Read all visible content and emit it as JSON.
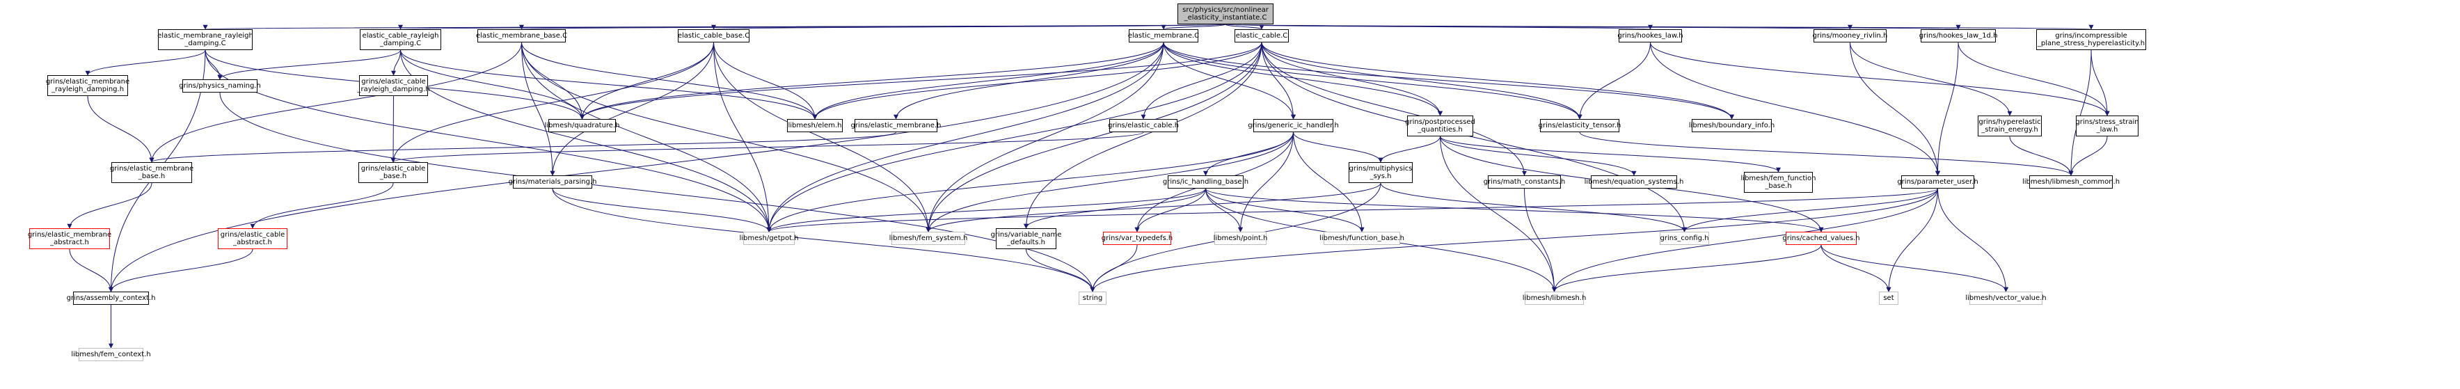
{
  "colors": {
    "edge": "#191970",
    "node_border": "#000000",
    "node_border_truncated": "#ff0000",
    "node_border_external": "#bfbfbf",
    "root_fill": "#bfbfbf",
    "background": "#ffffff"
  },
  "nodes": [
    {
      "id": "root",
      "label": "src/physics/src/nonlinear\n_elasticity_instantiate.C",
      "kind": "root"
    },
    {
      "id": "emr_C",
      "label": "elastic_membrane_rayleigh\n_damping.C",
      "kind": "normal"
    },
    {
      "id": "ecr_C",
      "label": "elastic_cable_rayleigh\n_damping.C",
      "kind": "normal"
    },
    {
      "id": "emb_C",
      "label": "elastic_membrane_base.C",
      "kind": "normal"
    },
    {
      "id": "ecb_C",
      "label": "elastic_cable_base.C",
      "kind": "normal"
    },
    {
      "id": "em_C",
      "label": "elastic_membrane.C",
      "kind": "normal"
    },
    {
      "id": "ec_C",
      "label": "elastic_cable.C",
      "kind": "normal"
    },
    {
      "id": "hookes_law",
      "label": "grins/hookes_law.h",
      "kind": "normal"
    },
    {
      "id": "mooney",
      "label": "grins/mooney_rivlin.h",
      "kind": "normal"
    },
    {
      "id": "hookes_1d",
      "label": "grins/hookes_law_1d.h",
      "kind": "normal"
    },
    {
      "id": "incomp",
      "label": "grins/incompressible\n_plane_stress_hyperelasticity.h",
      "kind": "normal"
    },
    {
      "id": "emr_h",
      "label": "grins/elastic_membrane\n_rayleigh_damping.h",
      "kind": "normal"
    },
    {
      "id": "phys_naming",
      "label": "grins/physics_naming.h",
      "kind": "normal"
    },
    {
      "id": "ecr_h",
      "label": "grins/elastic_cable\n_rayleigh_damping.h",
      "kind": "normal"
    },
    {
      "id": "quadrature",
      "label": "libmesh/quadrature.h",
      "kind": "gray"
    },
    {
      "id": "elem",
      "label": "libmesh/elem.h",
      "kind": "gray"
    },
    {
      "id": "em_h",
      "label": "grins/elastic_membrane.h",
      "kind": "normal"
    },
    {
      "id": "ec_h",
      "label": "grins/elastic_cable.h",
      "kind": "normal"
    },
    {
      "id": "gic",
      "label": "grins/generic_ic_handler.h",
      "kind": "normal"
    },
    {
      "id": "postproc",
      "label": "grins/postprocessed\n_quantities.h",
      "kind": "normal"
    },
    {
      "id": "elast_tensor",
      "label": "grins/elasticity_tensor.h",
      "kind": "normal"
    },
    {
      "id": "boundary_info",
      "label": "libmesh/boundary_info.h",
      "kind": "gray"
    },
    {
      "id": "hyper_strain",
      "label": "grins/hyperelastic\n_strain_energy.h",
      "kind": "normal"
    },
    {
      "id": "stress_strain",
      "label": "grins/stress_strain\n_law.h",
      "kind": "normal"
    },
    {
      "id": "emb_h",
      "label": "grins/elastic_membrane\n_base.h",
      "kind": "normal"
    },
    {
      "id": "ecb_h",
      "label": "grins/elastic_cable\n_base.h",
      "kind": "normal"
    },
    {
      "id": "mat_parsing",
      "label": "grins/materials_parsing.h",
      "kind": "normal"
    },
    {
      "id": "multiphys",
      "label": "grins/multiphysics\n_sys.h",
      "kind": "red"
    },
    {
      "id": "ic_base",
      "label": "grins/ic_handling_base.h",
      "kind": "normal"
    },
    {
      "id": "math_const",
      "label": "grins/math_constants.h",
      "kind": "normal"
    },
    {
      "id": "eq_systems",
      "label": "libmesh/equation_systems.h",
      "kind": "gray"
    },
    {
      "id": "fem_func_base",
      "label": "libmesh/fem_function\n_base.h",
      "kind": "gray"
    },
    {
      "id": "param_user",
      "label": "grins/parameter_user.h",
      "kind": "red"
    },
    {
      "id": "libmesh_common",
      "label": "libmesh/libmesh_common.h",
      "kind": "gray"
    },
    {
      "id": "ema_h",
      "label": "grins/elastic_membrane\n_abstract.h",
      "kind": "red"
    },
    {
      "id": "eca_h",
      "label": "grins/elastic_cable\n_abstract.h",
      "kind": "red"
    },
    {
      "id": "getpot",
      "label": "libmesh/getpot.h",
      "kind": "gray"
    },
    {
      "id": "fem_system",
      "label": "libmesh/fem_system.h",
      "kind": "gray"
    },
    {
      "id": "var_name",
      "label": "grins/variable_name\n_defaults.h",
      "kind": "normal"
    },
    {
      "id": "var_typedefs",
      "label": "grins/var_typedefs.h",
      "kind": "red"
    },
    {
      "id": "point",
      "label": "libmesh/point.h",
      "kind": "gray"
    },
    {
      "id": "func_base",
      "label": "libmesh/function_base.h",
      "kind": "gray"
    },
    {
      "id": "grins_config",
      "label": "grins_config.h",
      "kind": "gray"
    },
    {
      "id": "cached",
      "label": "grins/cached_values.h",
      "kind": "red"
    },
    {
      "id": "assembly",
      "label": "grins/assembly_context.h",
      "kind": "normal"
    },
    {
      "id": "string",
      "label": "string",
      "kind": "gray"
    },
    {
      "id": "libmesh_h",
      "label": "libmesh/libmesh.h",
      "kind": "gray"
    },
    {
      "id": "set",
      "label": "set",
      "kind": "gray"
    },
    {
      "id": "vector_value",
      "label": "libmesh/vector_value.h",
      "kind": "gray"
    },
    {
      "id": "fem_context",
      "label": "libmesh/fem_context.h",
      "kind": "gray"
    }
  ],
  "edges": [
    [
      "root",
      "emr_C"
    ],
    [
      "root",
      "ecr_C"
    ],
    [
      "root",
      "emb_C"
    ],
    [
      "root",
      "ecb_C"
    ],
    [
      "root",
      "em_C"
    ],
    [
      "root",
      "ec_C"
    ],
    [
      "root",
      "hookes_law"
    ],
    [
      "root",
      "mooney"
    ],
    [
      "root",
      "hookes_1d"
    ],
    [
      "root",
      "incomp"
    ],
    [
      "emr_C",
      "emr_h"
    ],
    [
      "emr_C",
      "phys_naming"
    ],
    [
      "emr_C",
      "quadrature"
    ],
    [
      "emr_C",
      "assembly"
    ],
    [
      "emr_C",
      "getpot"
    ],
    [
      "ecr_C",
      "ecr_h"
    ],
    [
      "ecr_C",
      "phys_naming"
    ],
    [
      "ecr_C",
      "quadrature"
    ],
    [
      "ecr_C",
      "getpot"
    ],
    [
      "ecr_C",
      "elem"
    ],
    [
      "emb_C",
      "emb_h"
    ],
    [
      "emb_C",
      "quadrature"
    ],
    [
      "emb_C",
      "elem"
    ],
    [
      "emb_C",
      "mat_parsing"
    ],
    [
      "emb_C",
      "getpot"
    ],
    [
      "emb_C",
      "fem_system"
    ],
    [
      "ecb_C",
      "ecb_h"
    ],
    [
      "ecb_C",
      "quadrature"
    ],
    [
      "ecb_C",
      "elem"
    ],
    [
      "ecb_C",
      "mat_parsing"
    ],
    [
      "ecb_C",
      "getpot"
    ],
    [
      "ecb_C",
      "fem_system"
    ],
    [
      "em_C",
      "em_h"
    ],
    [
      "em_C",
      "gic"
    ],
    [
      "em_C",
      "postproc"
    ],
    [
      "em_C",
      "elast_tensor"
    ],
    [
      "em_C",
      "quadrature"
    ],
    [
      "em_C",
      "elem"
    ],
    [
      "em_C",
      "boundary_info"
    ],
    [
      "em_C",
      "getpot"
    ],
    [
      "em_C",
      "fem_system"
    ],
    [
      "em_C",
      "assembly"
    ],
    [
      "ec_C",
      "ec_h"
    ],
    [
      "ec_C",
      "gic"
    ],
    [
      "ec_C",
      "postproc"
    ],
    [
      "ec_C",
      "elast_tensor"
    ],
    [
      "ec_C",
      "quadrature"
    ],
    [
      "ec_C",
      "elem"
    ],
    [
      "ec_C",
      "boundary_info"
    ],
    [
      "ec_C",
      "math_const"
    ],
    [
      "ec_C",
      "getpot"
    ],
    [
      "ec_C",
      "fem_system"
    ],
    [
      "ec_C",
      "var_name"
    ],
    [
      "ec_C",
      "grins_config"
    ],
    [
      "hookes_law",
      "elast_tensor"
    ],
    [
      "hookes_law",
      "stress_strain"
    ],
    [
      "hookes_law",
      "param_user"
    ],
    [
      "mooney",
      "hyper_strain"
    ],
    [
      "mooney",
      "param_user"
    ],
    [
      "hookes_1d",
      "stress_strain"
    ],
    [
      "hookes_1d",
      "param_user"
    ],
    [
      "incomp",
      "stress_strain"
    ],
    [
      "incomp",
      "libmesh_common"
    ],
    [
      "emr_h",
      "emb_h"
    ],
    [
      "ecr_h",
      "ecb_h"
    ],
    [
      "phys_naming",
      "string"
    ],
    [
      "em_h",
      "emb_h"
    ],
    [
      "ec_h",
      "ecb_h"
    ],
    [
      "gic",
      "ic_base"
    ],
    [
      "gic",
      "multiphys"
    ],
    [
      "gic",
      "var_typedefs"
    ],
    [
      "gic",
      "getpot"
    ],
    [
      "gic",
      "point"
    ],
    [
      "gic",
      "func_base"
    ],
    [
      "gic",
      "fem_system"
    ],
    [
      "postproc",
      "eq_systems"
    ],
    [
      "postproc",
      "fem_func_base"
    ],
    [
      "postproc",
      "cached"
    ],
    [
      "postproc",
      "multiphys"
    ],
    [
      "postproc",
      "libmesh_h"
    ],
    [
      "elast_tensor",
      "libmesh_common"
    ],
    [
      "hyper_strain",
      "libmesh_common"
    ],
    [
      "stress_strain",
      "libmesh_common"
    ],
    [
      "emb_h",
      "ema_h"
    ],
    [
      "ecb_h",
      "eca_h"
    ],
    [
      "mat_parsing",
      "getpot"
    ],
    [
      "mat_parsing",
      "string"
    ],
    [
      "multiphys",
      "grins_config"
    ],
    [
      "multiphys",
      "fem_system"
    ],
    [
      "multiphys",
      "string"
    ],
    [
      "ic_base",
      "var_name"
    ],
    [
      "ic_base",
      "var_typedefs"
    ],
    [
      "ic_base",
      "getpot"
    ],
    [
      "ic_base",
      "point"
    ],
    [
      "ic_base",
      "func_base"
    ],
    [
      "ic_base",
      "libmesh_h"
    ],
    [
      "ic_base",
      "cached"
    ],
    [
      "math_const",
      "libmesh_h"
    ],
    [
      "param_user",
      "grins_config"
    ],
    [
      "param_user",
      "libmesh_h"
    ],
    [
      "param_user",
      "getpot"
    ],
    [
      "param_user",
      "set"
    ],
    [
      "param_user",
      "vector_value"
    ],
    [
      "param_user",
      "string"
    ],
    [
      "ema_h",
      "assembly"
    ],
    [
      "eca_h",
      "assembly"
    ],
    [
      "var_name",
      "string"
    ],
    [
      "var_typedefs",
      "string"
    ],
    [
      "cached",
      "libmesh_h"
    ],
    [
      "cached",
      "set"
    ],
    [
      "cached",
      "vector_value"
    ],
    [
      "assembly",
      "fem_context"
    ]
  ]
}
